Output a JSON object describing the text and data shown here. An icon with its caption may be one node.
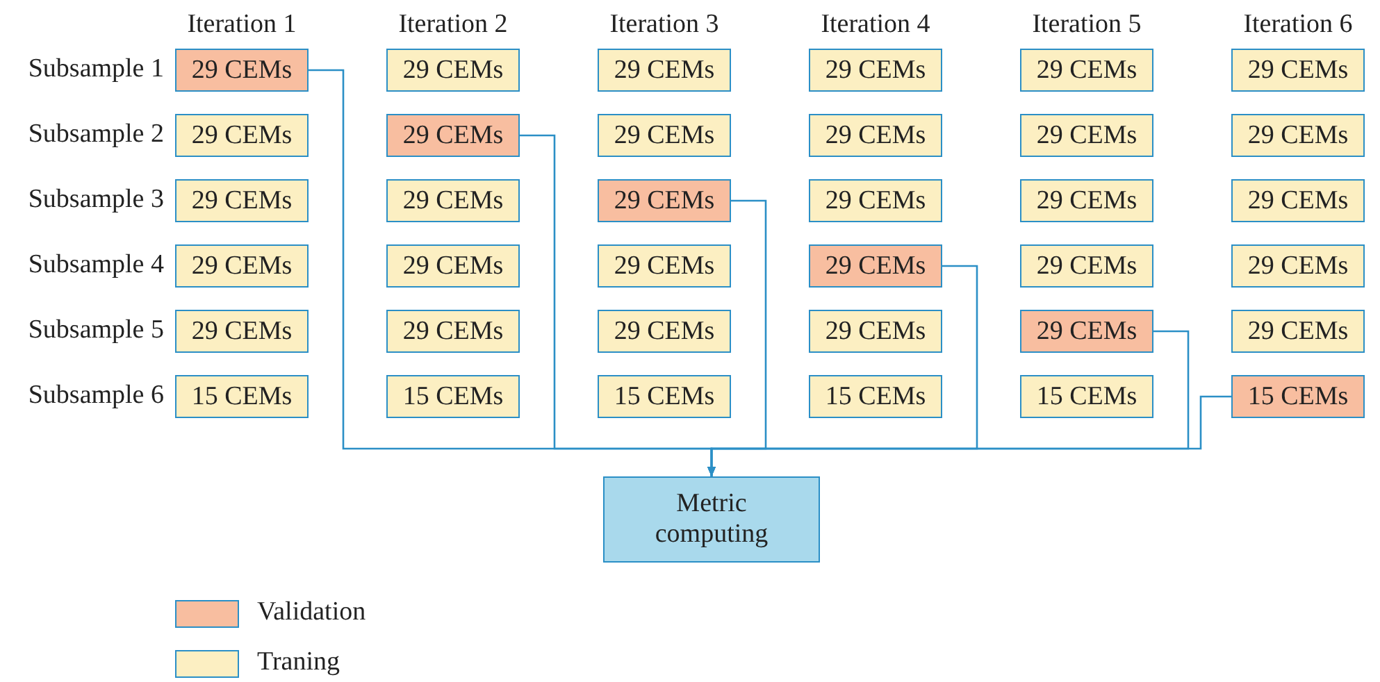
{
  "diagram": {
    "nodes": [
      {
        "text": [
          "29 CEMs"
        ]
      },
      {
        "text": [
          "29 CEMs"
        ]
      },
      {
        "text": [
          "29 CEMs"
        ]
      },
      {
        "text": [
          "29 CEMs"
        ]
      },
      {
        "text": [
          "29 CEMs"
        ]
      },
      {
        "text": [
          "29 CEMs"
        ]
      },
      {
        "text": [
          "29 CEMs"
        ]
      },
      {
        "text": [
          "29 CEMs"
        ]
      },
      {
        "text": [
          "29 CEMs"
        ]
      },
      {
        "text": [
          "29 CEMs"
        ]
      },
      {
        "text": [
          "29 CEMs"
        ]
      },
      {
        "text": [
          "29 CEMs"
        ]
      },
      {
        "text": [
          "29 CEMs"
        ]
      },
      {
        "text": [
          "29 CEMs"
        ]
      },
      {
        "text": [
          "29 CEMs"
        ]
      },
      {
        "text": [
          "29 CEMs"
        ]
      },
      {
        "text": [
          "29 CEMs"
        ]
      },
      {
        "text": [
          "29 CEMs"
        ]
      },
      {
        "text": [
          "29 CEMs"
        ]
      },
      {
        "text": [
          "29 CEMs"
        ]
      },
      {
        "text": [
          "29 CEMs"
        ]
      },
      {
        "text": [
          "29 CEMs"
        ]
      },
      {
        "text": [
          "29 CEMs"
        ]
      },
      {
        "text": [
          "29 CEMs"
        ]
      },
      {
        "text": [
          "29 CEMs"
        ]
      },
      {
        "text": [
          "29 CEMs"
        ]
      },
      {
        "text": [
          "29 CEMs"
        ]
      },
      {
        "text": [
          "29 CEMs"
        ]
      },
      {
        "text": [
          "29 CEMs"
        ]
      },
      {
        "text": [
          "29 CEMs"
        ]
      },
      {
        "text": [
          "15 CEMs"
        ]
      },
      {
        "text": [
          "15 CEMs"
        ]
      },
      {
        "text": [
          "15 CEMs"
        ]
      },
      {
        "text": [
          "15 CEMs"
        ]
      },
      {
        "text": [
          "15 CEMs"
        ]
      },
      {
        "text": [
          "15 CEMs"
        ]
      },
      {
        "text": [
          "Metric computing"
        ]
      }
    ],
    "edges": [
      {
        "from": 0,
        "to": 36,
        "arrow": "to"
      },
      {
        "from": 7,
        "to": 36,
        "arrow": "to"
      },
      {
        "from": 14,
        "to": 36,
        "arrow": "to"
      },
      {
        "from": 21,
        "to": 36,
        "arrow": "to"
      },
      {
        "from": 28,
        "to": 36,
        "arrow": "to"
      },
      {
        "from": 35,
        "to": 36,
        "arrow": "to"
      }
    ],
    "labels": [
      "Iteration 1",
      "Iteration 2",
      "Iteration 3",
      "Iteration 4",
      "Iteration 5",
      "Iteration 6",
      "Subsample 1",
      "Subsample 2",
      "Subsample 3",
      "Subsample 4",
      "Subsample 5",
      "Subsample 6"
    ],
    "legend": [
      {
        "text": "Validation",
        "color": "#f8bea0"
      },
      {
        "text": "Traning",
        "color": "#fcefc2"
      }
    ]
  }
}
